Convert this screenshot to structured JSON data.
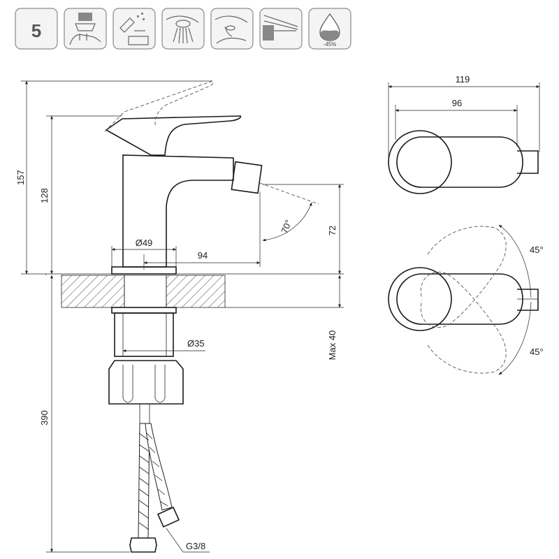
{
  "icons": {
    "warranty_years": "5",
    "water_saving": "-45%",
    "items": [
      "warranty-icon",
      "aerator-cleaning-icon",
      "easy-clean-icon",
      "spray-jet-icon",
      "gentle-flow-icon",
      "single-lever-icon",
      "water-saving-drop-icon"
    ]
  },
  "dimensions": {
    "height_total": "157",
    "height_body": "128",
    "base_diameter": "Ø49",
    "spout_reach": "94",
    "nozzle_angle": "70°",
    "spout_height": "72",
    "max_thickness": "Max 40",
    "shank_diameter": "Ø35",
    "hose_length": "390",
    "connection": "G3/8",
    "top_width": "119",
    "lever_width": "96",
    "swivel_up": "45°",
    "swivel_down": "45°"
  },
  "colors": {
    "line": "#1a1a1a",
    "hatch": "#555555",
    "icon_border": "#8a8a8a"
  }
}
